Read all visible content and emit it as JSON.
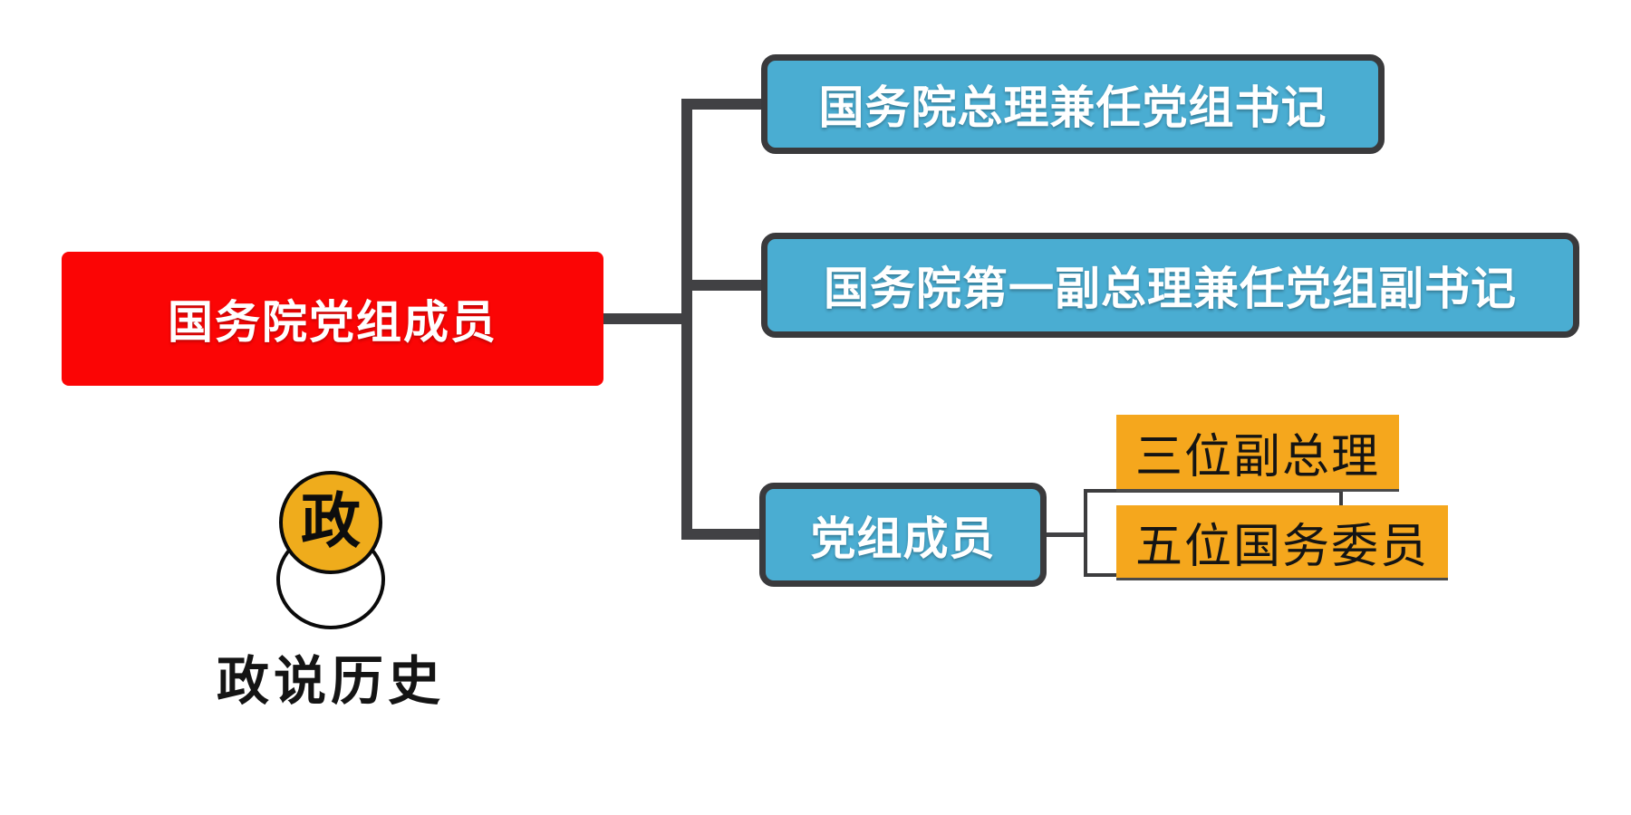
{
  "diagram": {
    "type": "mindmap-tree",
    "root": {
      "label": "国务院党组成员",
      "bg_color": "#fb0505",
      "text_color": "#ffffff"
    },
    "children": [
      {
        "label": "国务院总理兼任党组书记",
        "bg_color": "#4aadd2",
        "border_color": "#3a3a3c",
        "text_color": "#ffffff"
      },
      {
        "label": "国务院第一副总理兼任党组副书记",
        "bg_color": "#4aadd2",
        "border_color": "#3a3a3c",
        "text_color": "#ffffff"
      },
      {
        "label": "党组成员",
        "bg_color": "#4aadd2",
        "border_color": "#3a3a3c",
        "text_color": "#ffffff",
        "children": [
          {
            "label": "三位副总理",
            "bg_color": "#f5a71d",
            "text_color": "#141414"
          },
          {
            "label": "五位国务委员",
            "bg_color": "#f5a71d",
            "text_color": "#141414"
          }
        ]
      }
    ],
    "connector_color": "#414144",
    "bracket_box_border_color": "#3c3c3e"
  },
  "logo": {
    "badge_char": "政",
    "badge_bg_color": "#efac1c",
    "title": "政说历史"
  }
}
